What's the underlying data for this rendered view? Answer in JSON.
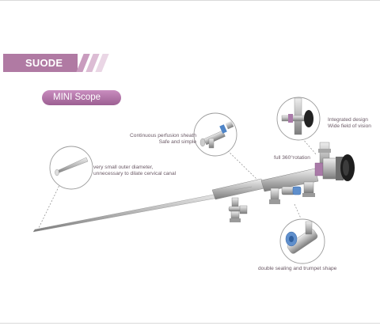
{
  "brand": {
    "name": "SUODE",
    "banner_color": "#b07aa3",
    "stripe_colors": [
      "#c99bbe",
      "#dcbcd4",
      "#ead6e5"
    ]
  },
  "product": {
    "name": "MINI Scope",
    "pill_color": "#b27aa6"
  },
  "callouts": {
    "perfusion": [
      "Continuous perfusion sheath",
      "Safe and simple"
    ],
    "diameter": [
      "very small outer diameter,",
      "unnecessary to dilate cervical canal"
    ],
    "eyepiece": [
      "Integrated design",
      "Wide field of vision"
    ],
    "rotation": "full 360°rotation",
    "sealing": "double sealing and trumpet shape"
  },
  "icons": [
    "scope-tip-detail",
    "sheath-detail",
    "eyepiece-detail",
    "valve-detail"
  ]
}
